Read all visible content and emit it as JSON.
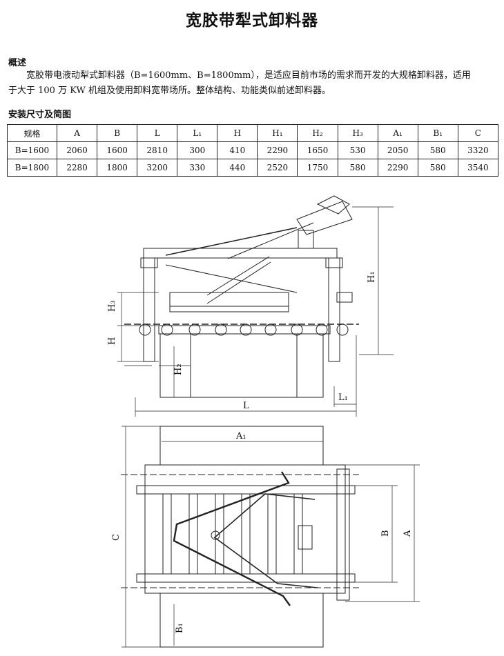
{
  "title": "宽胶带犁式卸料器",
  "overview": {
    "heading": "概述",
    "line1": "宽胶带电液动犁式卸料器（B=1600mm、B=1800mm），是适应目前市场的需求而开发的大规格卸料器，适用",
    "line2": "于大于 100 万 KW 机组及使用卸料宽带场所。整体结构、功能类似前述卸料器。"
  },
  "install_heading": "安装尺寸及简图",
  "table": {
    "headers": [
      "规格",
      "A",
      "B",
      "L",
      "L₁",
      "H",
      "H₁",
      "H₂",
      "H₃",
      "A₁",
      "B₁",
      "C"
    ],
    "rows": [
      [
        "B=1600",
        "2060",
        "1600",
        "2810",
        "300",
        "410",
        "2290",
        "1650",
        "530",
        "2050",
        "580",
        "3320"
      ],
      [
        "B=1800",
        "2280",
        "1800",
        "3200",
        "330",
        "440",
        "2520",
        "1750",
        "580",
        "2290",
        "580",
        "3540"
      ]
    ]
  },
  "drawing_labels": {
    "H1": "H₁",
    "H3": "H₃",
    "H": "H",
    "H2": "H₂",
    "L": "L",
    "L1": "L₁",
    "A1": "A₁",
    "C": "C",
    "B": "B",
    "A": "A",
    "B1": "B₁"
  }
}
